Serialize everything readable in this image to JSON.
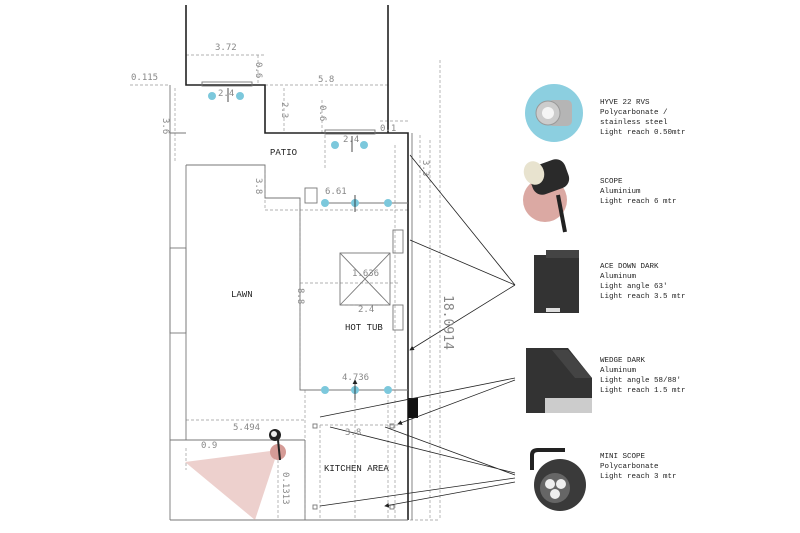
{
  "areas": {
    "patio": "PATIO",
    "lawn": "LAWN",
    "hot_tub": "HOT TUB",
    "kitchen": "KITCHEN AREA"
  },
  "dimensions": {
    "d1": "3.72",
    "d2": "0.6",
    "d3": "0.115",
    "d4": "5.8",
    "d5": "2.3",
    "d6": "0.6",
    "d7": "0.1",
    "d8": "2.4",
    "d9": "2.4",
    "d10": "3.6",
    "d11": "3.8",
    "d12": "6.61",
    "d13": "3.3",
    "d14": "1.636",
    "d15": "2.4",
    "d16": "8.8",
    "d17": "18.0914",
    "d18": "4.736",
    "d19": "5.494",
    "d20": "0.9",
    "d21": "3.8",
    "d22": "0.1313"
  },
  "products": [
    {
      "name": "HYVE 22 RVS",
      "lines": [
        "Polycarbonate /",
        "stainless steel",
        "Light reach 0.50mtr"
      ],
      "accent": "#8ccfe0"
    },
    {
      "name": "SCOPE",
      "lines": [
        "Aluminium",
        "Light reach 6 mtr"
      ],
      "accent": "#dba9a3"
    },
    {
      "name": "ACE DOWN DARK",
      "lines": [
        "Aluminum",
        "Light angle 63'",
        "Light reach 3.5 mtr"
      ]
    },
    {
      "name": "WEDGE DARK",
      "lines": [
        "Aluminum",
        "Light angle 58/88'",
        "Light reach 1.5 mtr"
      ]
    },
    {
      "name": "MINI SCOPE",
      "lines": [
        "Polycarbonate",
        "Light reach 3 mtr"
      ]
    }
  ]
}
